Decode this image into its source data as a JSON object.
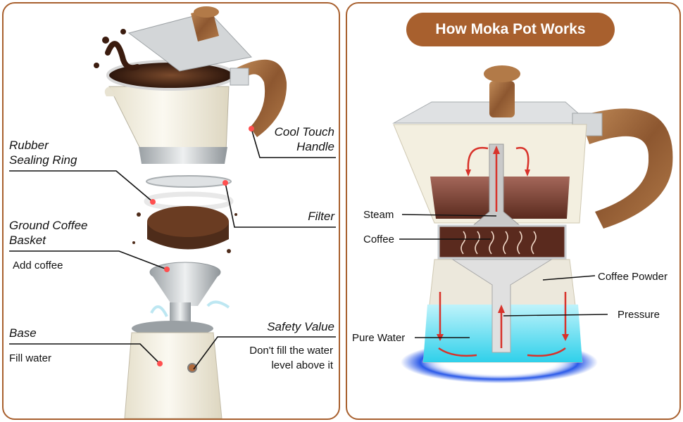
{
  "title": "How Moka Pot Works",
  "left_labels": {
    "rubber_sealing_ring": "Rubber\nSealing Ring",
    "ground_coffee_basket": "Ground Coffee\nBasket",
    "add_coffee": "Add coffee",
    "base": "Base",
    "fill_water": "Fill water",
    "cool_touch_handle": "Cool Touch\nHandle",
    "filter": "Filter",
    "safety_value": "Safety Value",
    "water_level_note": "Don't fill the water\nlevel above it"
  },
  "right_labels": {
    "steam": "Steam",
    "coffee": "Coffee",
    "coffee_powder": "Coffee Powder",
    "pressure": "Pressure",
    "pure_water": "Pure Water"
  },
  "colors": {
    "accent": "#a8602e",
    "wood": "#9a6236",
    "cream": "#f1ecdc",
    "steel": "#c9cdd0",
    "coffee": "#4a2418",
    "water": "#46d8ee",
    "arrow": "#d8322a",
    "flame": "#2a59e8"
  }
}
